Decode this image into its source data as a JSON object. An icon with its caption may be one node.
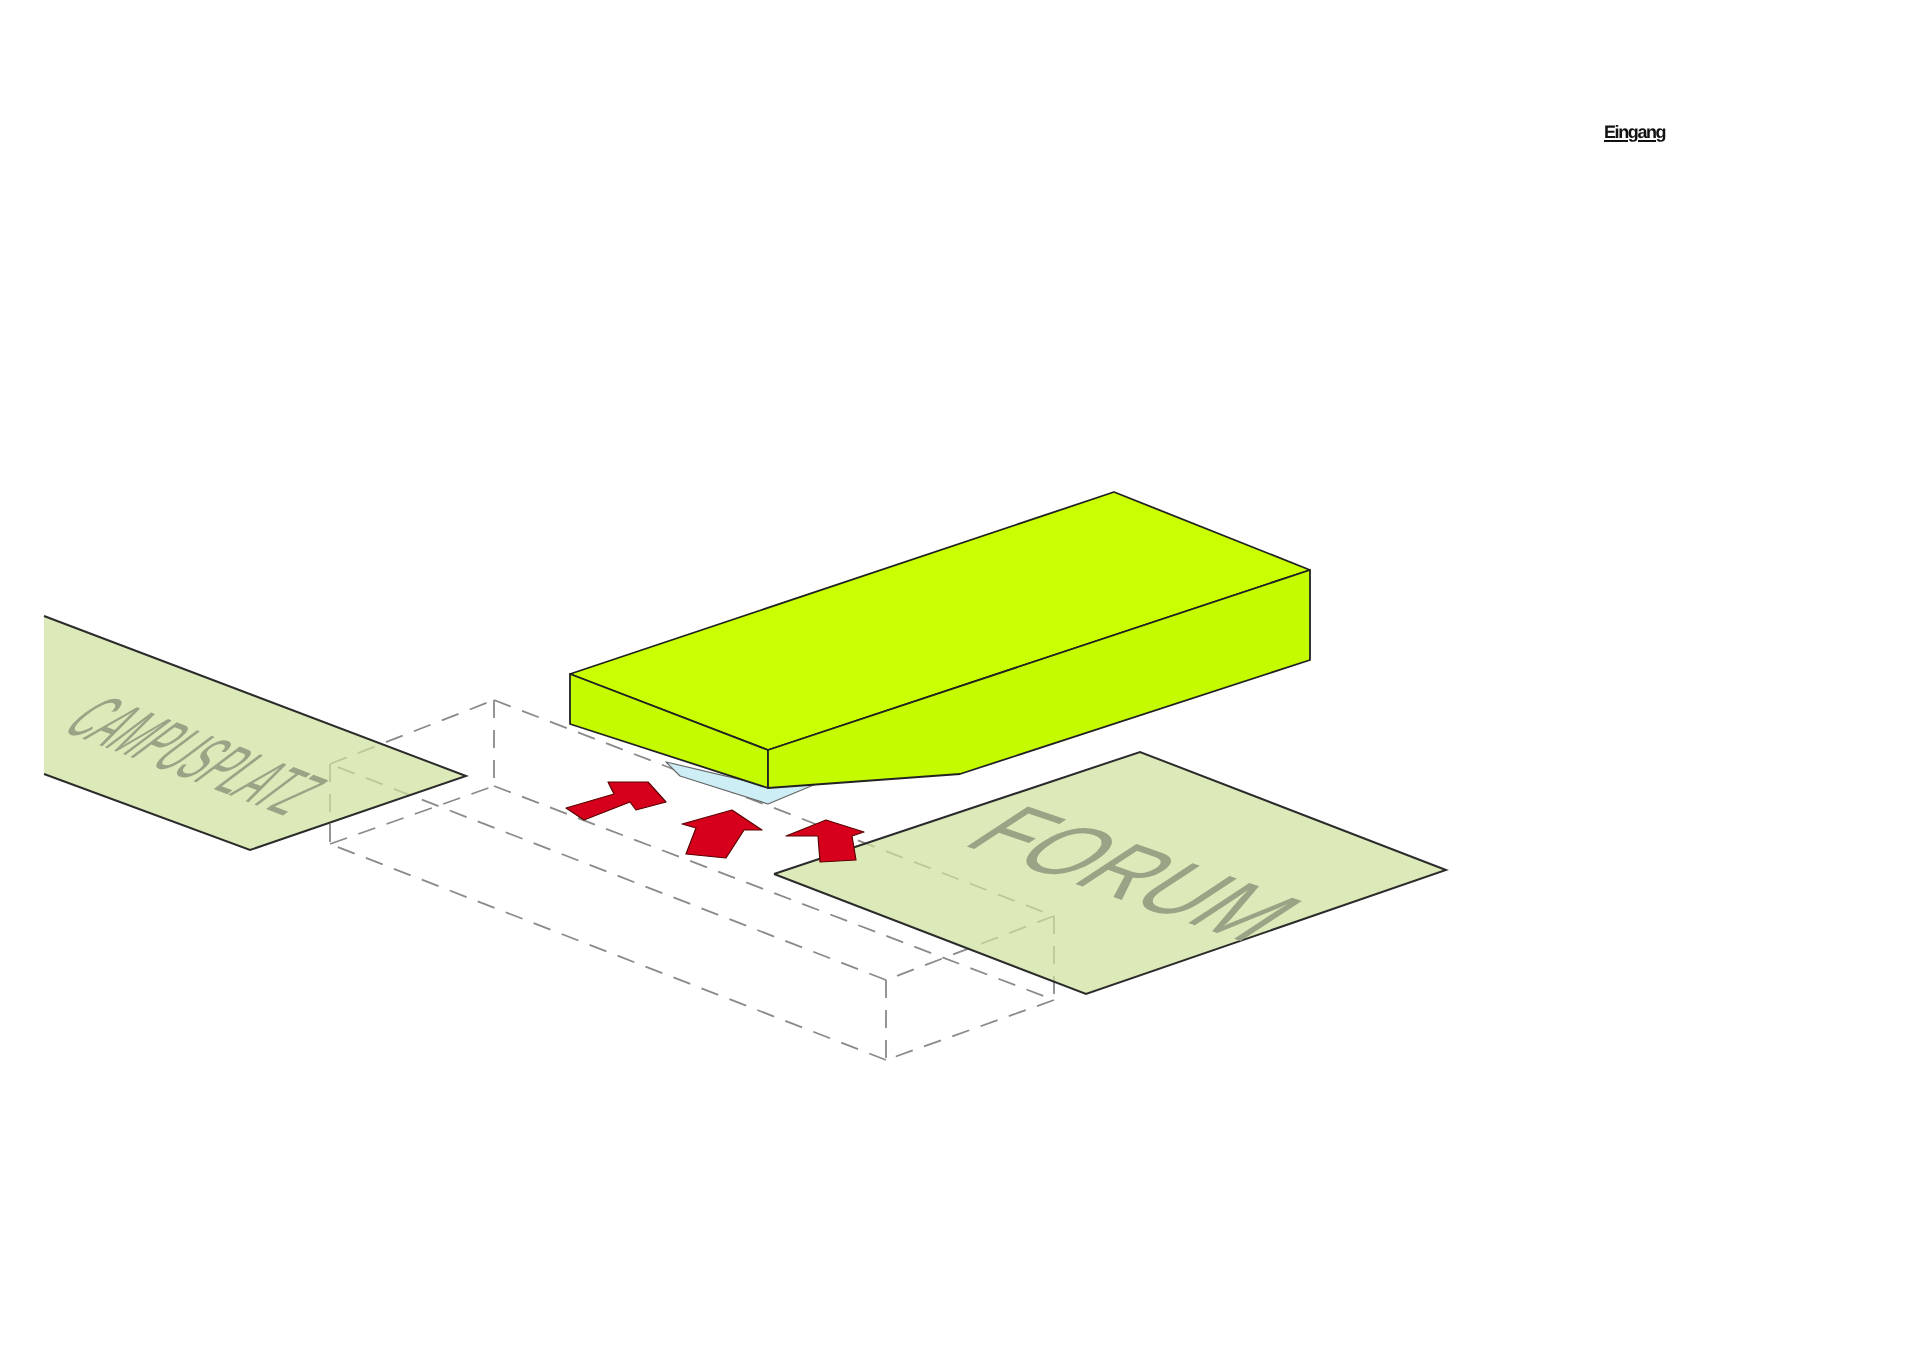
{
  "diagram": {
    "title": "Eingang",
    "nodes": [
      {
        "text": [
          "CAMPUSPLATZ"
        ]
      },
      {
        "text": [
          "FORUM"
        ]
      }
    ]
  }
}
